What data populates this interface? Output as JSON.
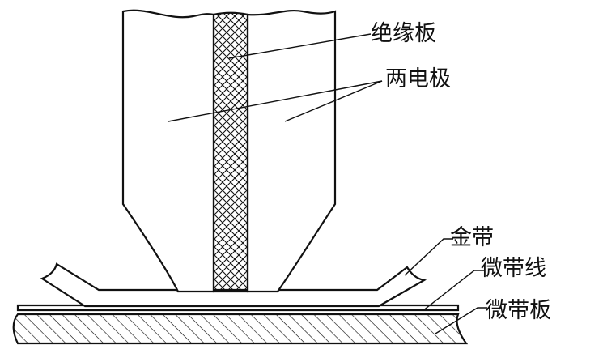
{
  "labels": {
    "insulating_plate": "绝缘板",
    "two_electrodes": "两电极",
    "gold_ribbon": "金带",
    "microstrip_line": "微带线",
    "microstrip_board": "微带板"
  },
  "colors": {
    "stroke": "#111111",
    "background": "#ffffff",
    "hatch": "#111111"
  }
}
